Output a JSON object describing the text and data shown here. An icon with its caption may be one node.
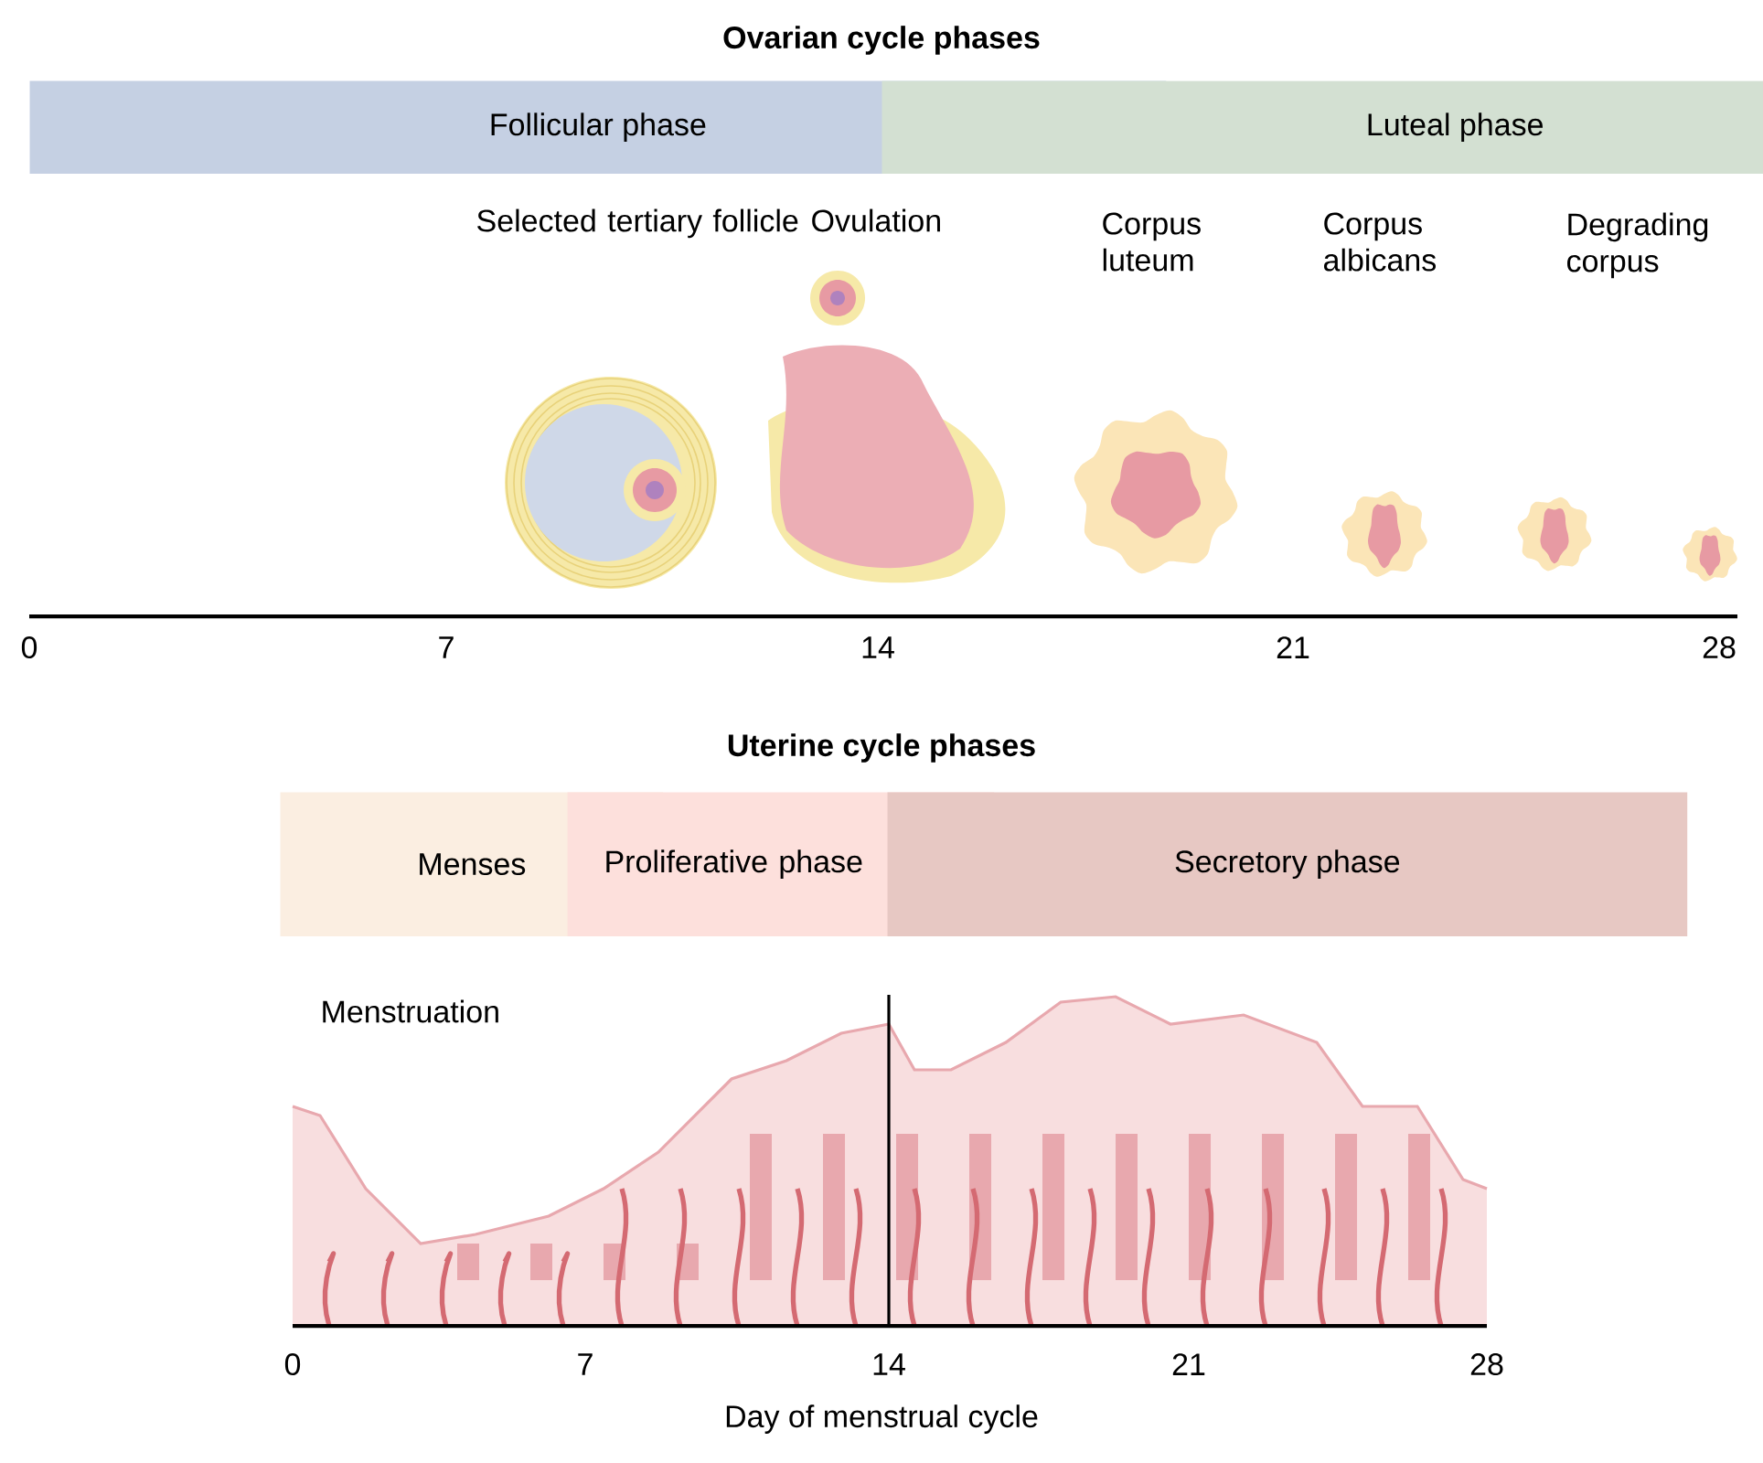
{
  "diagram": {
    "nodes": [
      {
        "text": [
          "Follicular phase"
        ]
      },
      {
        "text": [
          "Luteal phase"
        ]
      },
      {
        "text": [
          "Menses"
        ]
      },
      {
        "text": [
          "Proliferative phase"
        ]
      },
      {
        "text": [
          "Secretory phase"
        ]
      }
    ],
    "labels": [
      "Ovarian cycle phases",
      "Selected tertiary follicle",
      "Ovulation",
      "Corpus luteum",
      "Corpus albicans",
      "Degrading corpus",
      "0",
      "7",
      "14",
      "21",
      "28",
      "Uterine cycle phases",
      "Menstruation",
      "0",
      "7",
      "14",
      "21",
      "28",
      "Day of menstrual cycle"
    ]
  }
}
